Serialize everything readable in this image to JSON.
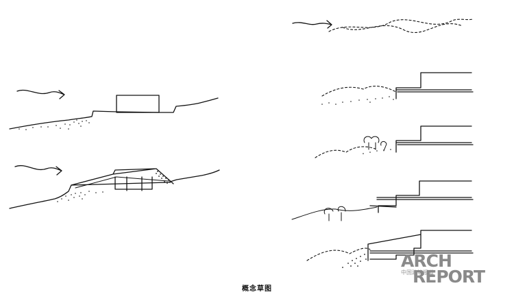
{
  "caption": "概念草图",
  "watermark": {
    "line1": "ARCH",
    "line2": "REPORT",
    "subtitle": "中国建筑报道"
  },
  "sketches": [
    {
      "id": "left-original-terrain",
      "depicts": "box building on stepped hillside with wind arrow"
    },
    {
      "id": "left-embedded-building",
      "depicts": "building with green roof set into slope with wind arrow"
    },
    {
      "id": "right-wind-waves",
      "depicts": "wind arrow with dashed wave lines"
    },
    {
      "id": "right-step-1",
      "depicts": "terraced building with dashed dune"
    },
    {
      "id": "right-step-2",
      "depicts": "terraced building with trees and dunes"
    },
    {
      "id": "right-step-3",
      "depicts": "terraced building with trees on slope"
    },
    {
      "id": "right-step-4",
      "depicts": "terraced building with sloped roof and dune"
    }
  ]
}
